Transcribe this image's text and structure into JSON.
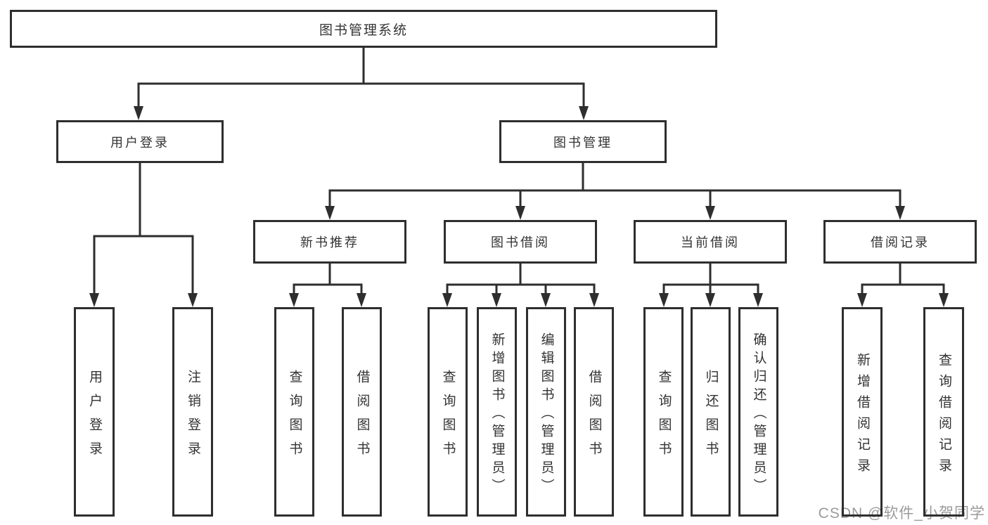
{
  "diagram": {
    "root": {
      "label": "图书管理系统"
    },
    "branches": [
      {
        "label": "用户登录",
        "children": [
          {
            "label": "用户登录"
          },
          {
            "label": "注销登录"
          }
        ]
      },
      {
        "label": "图书管理",
        "children": [
          {
            "label": "新书推荐",
            "children": [
              {
                "label": "查询图书"
              },
              {
                "label": "借阅图书"
              }
            ]
          },
          {
            "label": "图书借阅",
            "children": [
              {
                "label": "查询图书"
              },
              {
                "label": "新增图书（管理员）"
              },
              {
                "label": "编辑图书（管理员）"
              },
              {
                "label": "借阅图书"
              }
            ]
          },
          {
            "label": "当前借阅",
            "children": [
              {
                "label": "查询图书"
              },
              {
                "label": "归还图书"
              },
              {
                "label": "确认归还（管理员）"
              }
            ]
          },
          {
            "label": "借阅记录",
            "children": [
              {
                "label": "新增借阅记录"
              },
              {
                "label": "查询借阅记录"
              }
            ]
          }
        ]
      }
    ]
  },
  "watermark": {
    "text": "CSDN @软件_小贺同学"
  },
  "colors": {
    "background": "#ffffff",
    "box_border": "#2e2e2e",
    "line": "#2e2e2e",
    "text": "#333333",
    "watermark": "#9b9b9b"
  }
}
